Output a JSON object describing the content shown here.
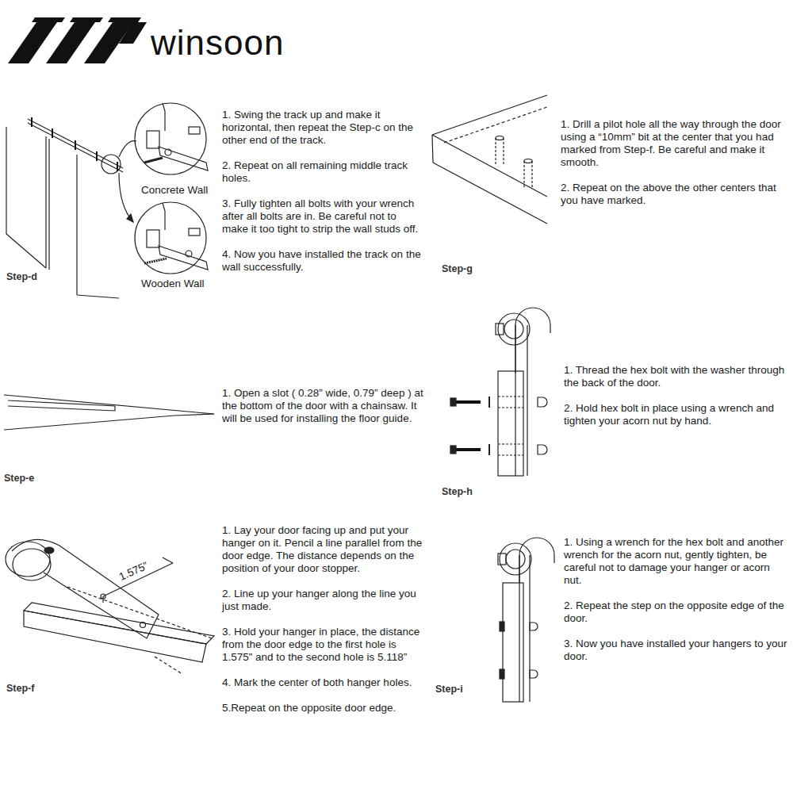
{
  "diagram": {
    "labels": [
      "winsoon",
      "Concrete Wall",
      "Wooden Wall",
      "Step-d",
      "1. Swing the track up and make it horizontal, then repeat the Step-c on the other end of the track.",
      "2. Repeat on all remaining middle track holes.",
      "3. Fully tighten all bolts with your wrench after all bolts are in. Be careful not to make it too tight to strip the wall studs off.",
      "4. Now you have installed the track on the wall successfully.",
      "Step-g",
      "1. Drill a pilot hole all the way through the door using a “10mm” bit at the center that you had marked from Step-f. Be careful and make it smooth.",
      "2. Repeat on the above the other centers that you have marked.",
      "Step-e",
      "1. Open a slot ( 0.28” wide, 0.79” deep ) at the bottom of the door with a chainsaw. It will be used for installing the floor guide.",
      "Step-h",
      "1. Thread the hex bolt with the washer through the back of the door.",
      "2. Hold hex bolt in place using a wrench and tighten your acorn nut by hand.",
      "1.575”",
      "Step-f",
      "1. Lay your door facing up and put your hanger on it. Pencil a line parallel from the door edge. The distance depends on the position of your door stopper.",
      "2. Line up your hanger along the line you just made.",
      "3. Hold your hanger in place, the distance from the door edge to the first hole is 1.575” and to the second hole is 5.118”",
      "4. Mark the center of both hanger holes.",
      "5.Repeat on the opposite door edge.",
      "Step-i",
      "1. Using a wrench for the hex bolt and another wrench for the acorn nut, gently tighten, be careful not to damage your hanger or acorn nut.",
      "2. Repeat the step on the opposite edge of the door.",
      "3. Now you have installed your hangers to your door."
    ]
  }
}
